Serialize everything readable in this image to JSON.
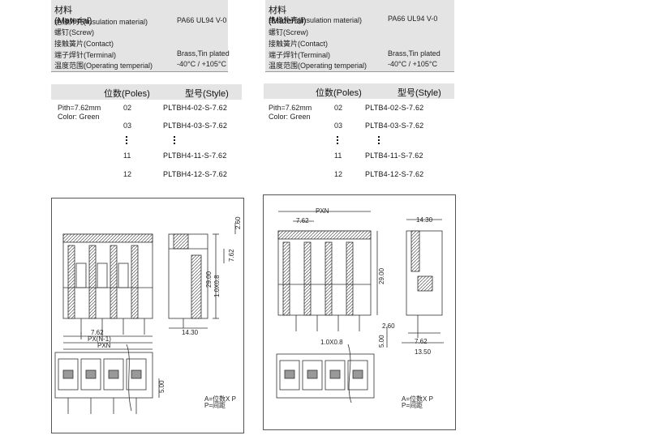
{
  "left": {
    "materials": {
      "title": "材料(Material)",
      "rows": [
        {
          "label": "绝缘外壳(Insulation material)",
          "value": "PA66 UL94 V-0"
        },
        {
          "label": "螺钉(Screw)",
          "value": ""
        },
        {
          "label": "接触簧片(Contact)",
          "value": ""
        },
        {
          "label": "端子焊针(Terminal)",
          "value": "Brass,Tin plated"
        },
        {
          "label": "温度范围(Operating temperial)",
          "value": "-40°C / +105°C"
        }
      ]
    },
    "style_table": {
      "poles_header": "位数(Poles)",
      "style_header": "型号(Style)",
      "pitch": "Pith=7.62mm",
      "color": "Color: Green",
      "rows": [
        {
          "poles": "02",
          "style": "PLTBH4-02-S-7.62"
        },
        {
          "poles": "03",
          "style": "PLTBH4-03-S-7.62"
        },
        {
          "poles": "11",
          "style": "PLTBH4-11-S-7.62"
        },
        {
          "poles": "12",
          "style": "PLTBH4-12-S-7.62"
        }
      ]
    },
    "drawing": {
      "dims": {
        "pitch": "7.62",
        "pxn1": "PX(N-1)",
        "pxn": "PXN",
        "height": "29.00",
        "depth": "14.30",
        "top_offset": "2.60",
        "pin_pitch": "7.62",
        "pin_size": "1.0X0.8",
        "pin_len": "5.00"
      },
      "legend_a": "A=位数X P",
      "legend_p": "P=间距"
    }
  },
  "right": {
    "materials": {
      "title": "材料(Material)",
      "rows": [
        {
          "label": "绝缘外壳(Insulation material)",
          "value": "PA66 UL94 V-0"
        },
        {
          "label": "螺钉(Screw)",
          "value": ""
        },
        {
          "label": "接触簧片(Contact)",
          "value": ""
        },
        {
          "label": "端子焊针(Terminal)",
          "value": "Brass,Tin plated"
        },
        {
          "label": "温度范围(Operating temperial)",
          "value": "-40°C / +105°C"
        }
      ]
    },
    "style_table": {
      "poles_header": "位数(Poles)",
      "style_header": "型号(Style)",
      "pitch": "Pith=7.62mm",
      "color": "Color: Green",
      "rows": [
        {
          "poles": "02",
          "style": "PLTB4-02-S-7.62"
        },
        {
          "poles": "03",
          "style": "PLTB4-03-S-7.62"
        },
        {
          "poles": "11",
          "style": "PLTB4-11-S-7.62"
        },
        {
          "poles": "12",
          "style": "PLTB4-12-S-7.62"
        }
      ]
    },
    "drawing": {
      "dims": {
        "pxn": "PXN",
        "pitch": "7.62",
        "height": "29.00",
        "depth": "14.30",
        "pin_size": "1.0X0.8",
        "pin_len": "5.00",
        "offset": "2.60",
        "pin_pitch": "7.62",
        "footprint": "13.50"
      },
      "legend_a": "A=位数X P",
      "legend_p": "P=间距"
    }
  }
}
